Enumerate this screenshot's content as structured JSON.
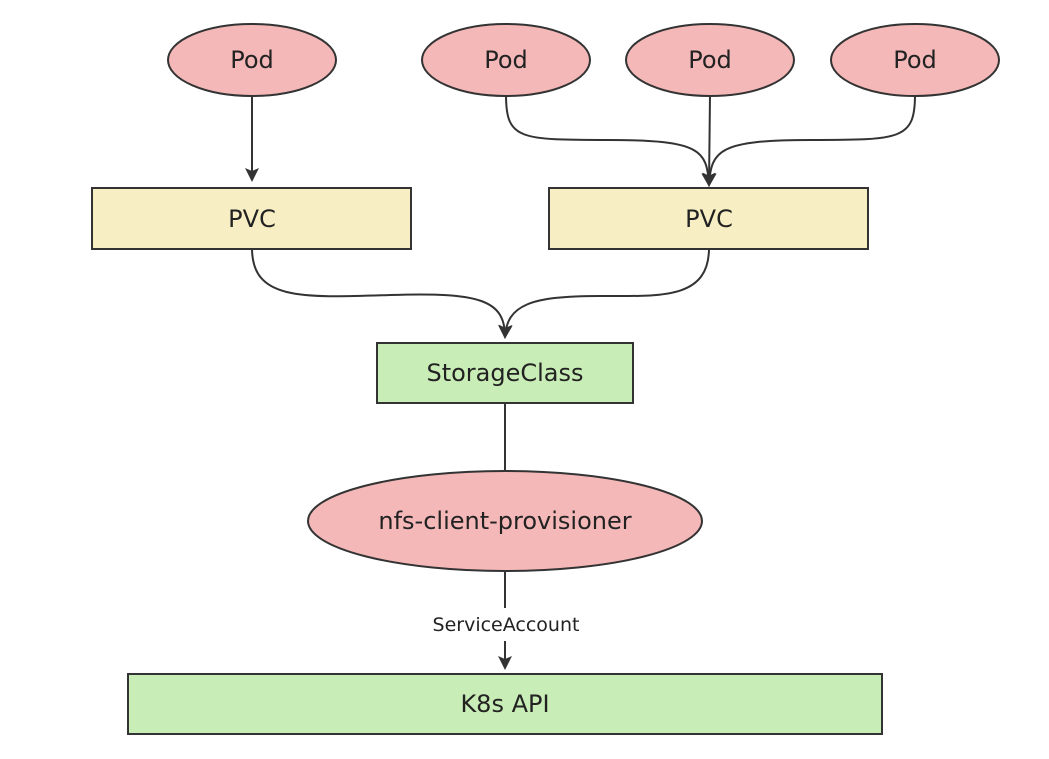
{
  "colors": {
    "pod_fill": "#f5b8b8",
    "pvc_fill": "#f7efc3",
    "storage_fill": "#c9edb6",
    "api_fill": "#c9edb6",
    "stroke": "#333333"
  },
  "nodes": {
    "pod_1": "Pod",
    "pod_2": "Pod",
    "pod_3": "Pod",
    "pod_4": "Pod",
    "pvc_left": "PVC",
    "pvc_right": "PVC",
    "storage_class": "StorageClass",
    "provisioner": "nfs-client-provisioner",
    "k8s_api": "K8s API"
  },
  "edges": {
    "service_account_label": "ServiceAccount"
  }
}
